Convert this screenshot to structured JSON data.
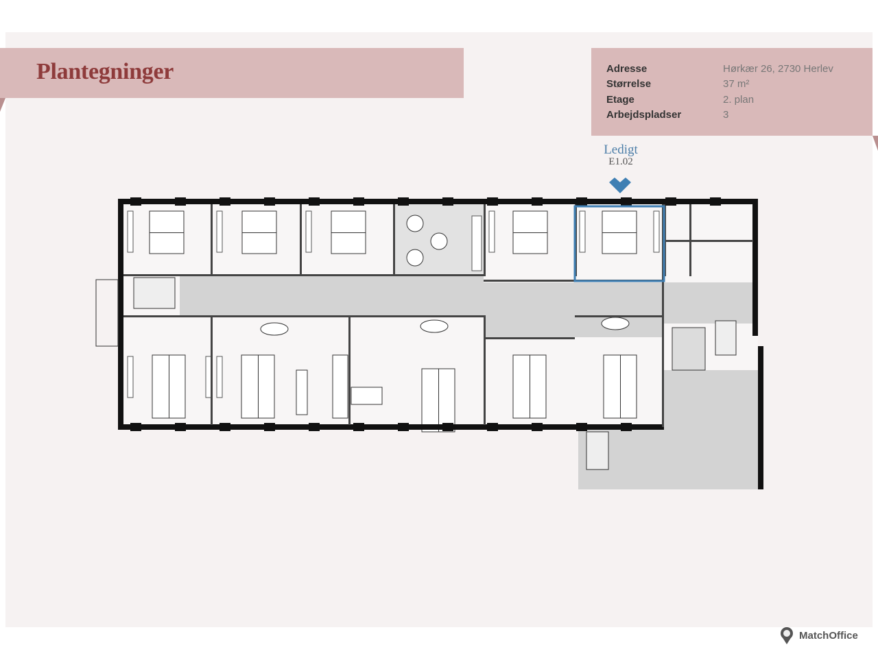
{
  "header": {
    "title": "Plantegninger"
  },
  "info": {
    "rows": [
      {
        "label": "Adresse",
        "value": "Hørkær 26, 2730 Herlev"
      },
      {
        "label": "Størrelse",
        "value": "37 m²"
      },
      {
        "label": "Etage",
        "value": "2. plan"
      },
      {
        "label": "Arbejdspladser",
        "value": "3"
      }
    ]
  },
  "unit": {
    "status": "Ledigt",
    "code": "E1.02",
    "marker_icon": "chevron-down-icon",
    "highlight_color": "#3f7fb3"
  },
  "colors": {
    "brand_band": "#d9b9b9",
    "title": "#8e3b3b",
    "walls": "#111111",
    "corridor": "#d3d3d3"
  },
  "footer": {
    "logo": "MatchOffice"
  }
}
